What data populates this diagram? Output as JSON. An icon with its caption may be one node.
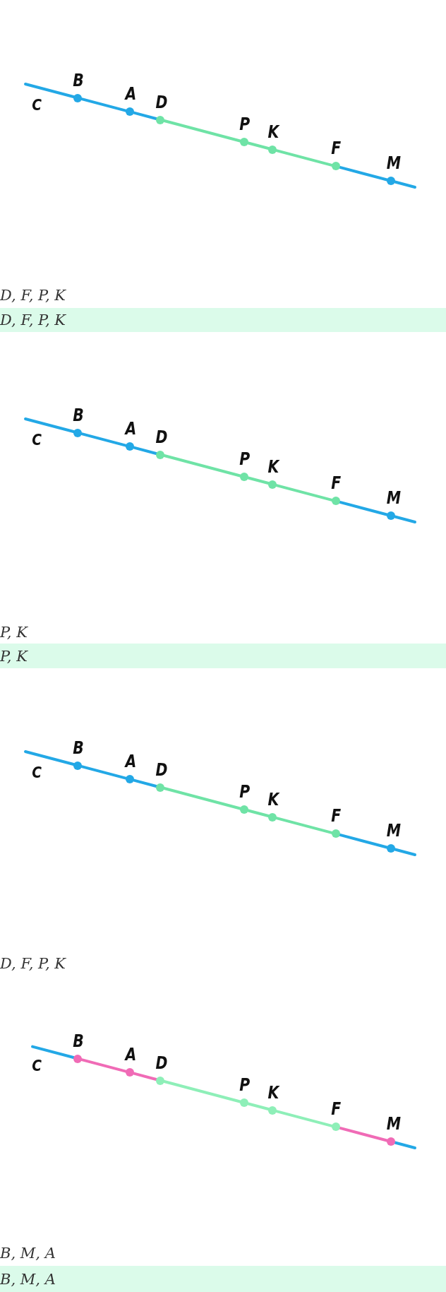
{
  "diagram": {
    "nodes": [
      {
        "text": [],
        "shape": "circle",
        "beside": [
          "B"
        ]
      },
      {
        "text": [],
        "shape": "circle",
        "beside": [
          "A"
        ]
      },
      {
        "text": [],
        "shape": "circle",
        "beside": [
          "D"
        ]
      },
      {
        "text": [],
        "shape": "circle",
        "beside": [
          "P"
        ]
      },
      {
        "text": [],
        "shape": "circle",
        "beside": [
          "K"
        ]
      },
      {
        "text": [],
        "shape": "circle",
        "beside": [
          "F"
        ]
      },
      {
        "text": [],
        "shape": "circle",
        "beside": [
          "M"
        ]
      },
      {
        "text": [],
        "shape": "circle",
        "beside": [
          "B"
        ]
      },
      {
        "text": [],
        "shape": "circle",
        "beside": [
          "A"
        ]
      },
      {
        "text": [],
        "shape": "circle",
        "beside": [
          "D"
        ]
      },
      {
        "text": [],
        "shape": "circle",
        "beside": [
          "P"
        ]
      },
      {
        "text": [],
        "shape": "circle",
        "beside": [
          "K"
        ]
      },
      {
        "text": [],
        "shape": "circle",
        "beside": [
          "F"
        ]
      },
      {
        "text": [],
        "shape": "circle",
        "beside": [
          "M"
        ]
      },
      {
        "text": [],
        "shape": "circle",
        "beside": [
          "B"
        ]
      },
      {
        "text": [],
        "shape": "circle",
        "beside": [
          "A"
        ]
      },
      {
        "text": [],
        "shape": "circle",
        "beside": [
          "D"
        ]
      },
      {
        "text": [],
        "shape": "circle",
        "beside": [
          "P"
        ]
      },
      {
        "text": [],
        "shape": "circle",
        "beside": [
          "K"
        ]
      },
      {
        "text": [],
        "shape": "circle",
        "beside": [
          "F"
        ]
      },
      {
        "text": [],
        "shape": "circle",
        "beside": [
          "M"
        ]
      },
      {
        "text": [],
        "shape": "circle",
        "beside": [
          "B"
        ]
      },
      {
        "text": [],
        "shape": "circle",
        "beside": [
          "A"
        ]
      },
      {
        "text": [],
        "shape": "circle",
        "beside": [
          "D"
        ]
      },
      {
        "text": [],
        "shape": "circle",
        "beside": [
          "P"
        ]
      },
      {
        "text": [],
        "shape": "circle",
        "beside": [
          "K"
        ]
      },
      {
        "text": [],
        "shape": "circle",
        "beside": [
          "F"
        ]
      },
      {
        "text": [],
        "shape": "circle",
        "beside": [
          "M"
        ]
      }
    ],
    "edges": [
      {
        "from": null,
        "to": 0,
        "arrow": "none",
        "color": "#23a8e6"
      },
      {
        "from": 0,
        "to": 1,
        "arrow": "none",
        "color": "#23a8e6"
      },
      {
        "from": 1,
        "to": 2,
        "arrow": "none",
        "color": "#23a8e6"
      },
      {
        "from": 2,
        "to": 3,
        "arrow": "none",
        "color": "#6fe3a6"
      },
      {
        "from": 3,
        "to": 4,
        "arrow": "none",
        "color": "#6fe3a6"
      },
      {
        "from": 4,
        "to": 5,
        "arrow": "none",
        "color": "#6fe3a6"
      },
      {
        "from": 5,
        "to": 6,
        "arrow": "none",
        "color": "#23a8e6"
      },
      {
        "from": 6,
        "to": null,
        "arrow": "none",
        "color": "#23a8e6"
      },
      {
        "from": null,
        "to": 7,
        "arrow": "none",
        "color": "#23a8e6"
      },
      {
        "from": 7,
        "to": 8,
        "arrow": "none",
        "color": "#23a8e6"
      },
      {
        "from": 8,
        "to": 9,
        "arrow": "none",
        "color": "#23a8e6"
      },
      {
        "from": 9,
        "to": 10,
        "arrow": "none",
        "color": "#6fe3a6"
      },
      {
        "from": 10,
        "to": 11,
        "arrow": "none",
        "color": "#6fe3a6"
      },
      {
        "from": 11,
        "to": 12,
        "arrow": "none",
        "color": "#6fe3a6"
      },
      {
        "from": 12,
        "to": 13,
        "arrow": "none",
        "color": "#23a8e6"
      },
      {
        "from": 13,
        "to": null,
        "arrow": "none",
        "color": "#23a8e6"
      },
      {
        "from": null,
        "to": 14,
        "arrow": "none",
        "color": "#23a8e6"
      },
      {
        "from": 14,
        "to": 15,
        "arrow": "none",
        "color": "#23a8e6"
      },
      {
        "from": 15,
        "to": 16,
        "arrow": "none",
        "color": "#23a8e6"
      },
      {
        "from": 16,
        "to": 17,
        "arrow": "none",
        "color": "#6fe3a6"
      },
      {
        "from": 17,
        "to": 18,
        "arrow": "none",
        "color": "#6fe3a6"
      },
      {
        "from": 18,
        "to": 19,
        "arrow": "none",
        "color": "#6fe3a6"
      },
      {
        "from": 19,
        "to": 20,
        "arrow": "none",
        "color": "#23a8e6"
      },
      {
        "from": 20,
        "to": null,
        "arrow": "none",
        "color": "#23a8e6"
      },
      {
        "from": null,
        "to": 21,
        "arrow": "none",
        "color": "#23a8e6"
      },
      {
        "from": 21,
        "to": 22,
        "arrow": "none",
        "color": "#f06bb6"
      },
      {
        "from": 22,
        "to": 23,
        "arrow": "none",
        "color": "#f06bb6"
      },
      {
        "from": 23,
        "to": 24,
        "arrow": "none",
        "color": "#8eefb8"
      },
      {
        "from": 24,
        "to": 25,
        "arrow": "none",
        "color": "#8eefb8"
      },
      {
        "from": 25,
        "to": 26,
        "arrow": "none",
        "color": "#8eefb8"
      },
      {
        "from": 26,
        "to": 27,
        "arrow": "none",
        "color": "#f06bb6"
      },
      {
        "from": 27,
        "to": null,
        "arrow": "none",
        "color": "#23a8e6"
      }
    ],
    "labels": [
      "C",
      "D, F, P, K",
      "D, F, P, K",
      "C",
      "P, K",
      "P, K",
      "C",
      "D, F, P, K",
      "C",
      "B, M, A",
      "B, M, A"
    ]
  }
}
